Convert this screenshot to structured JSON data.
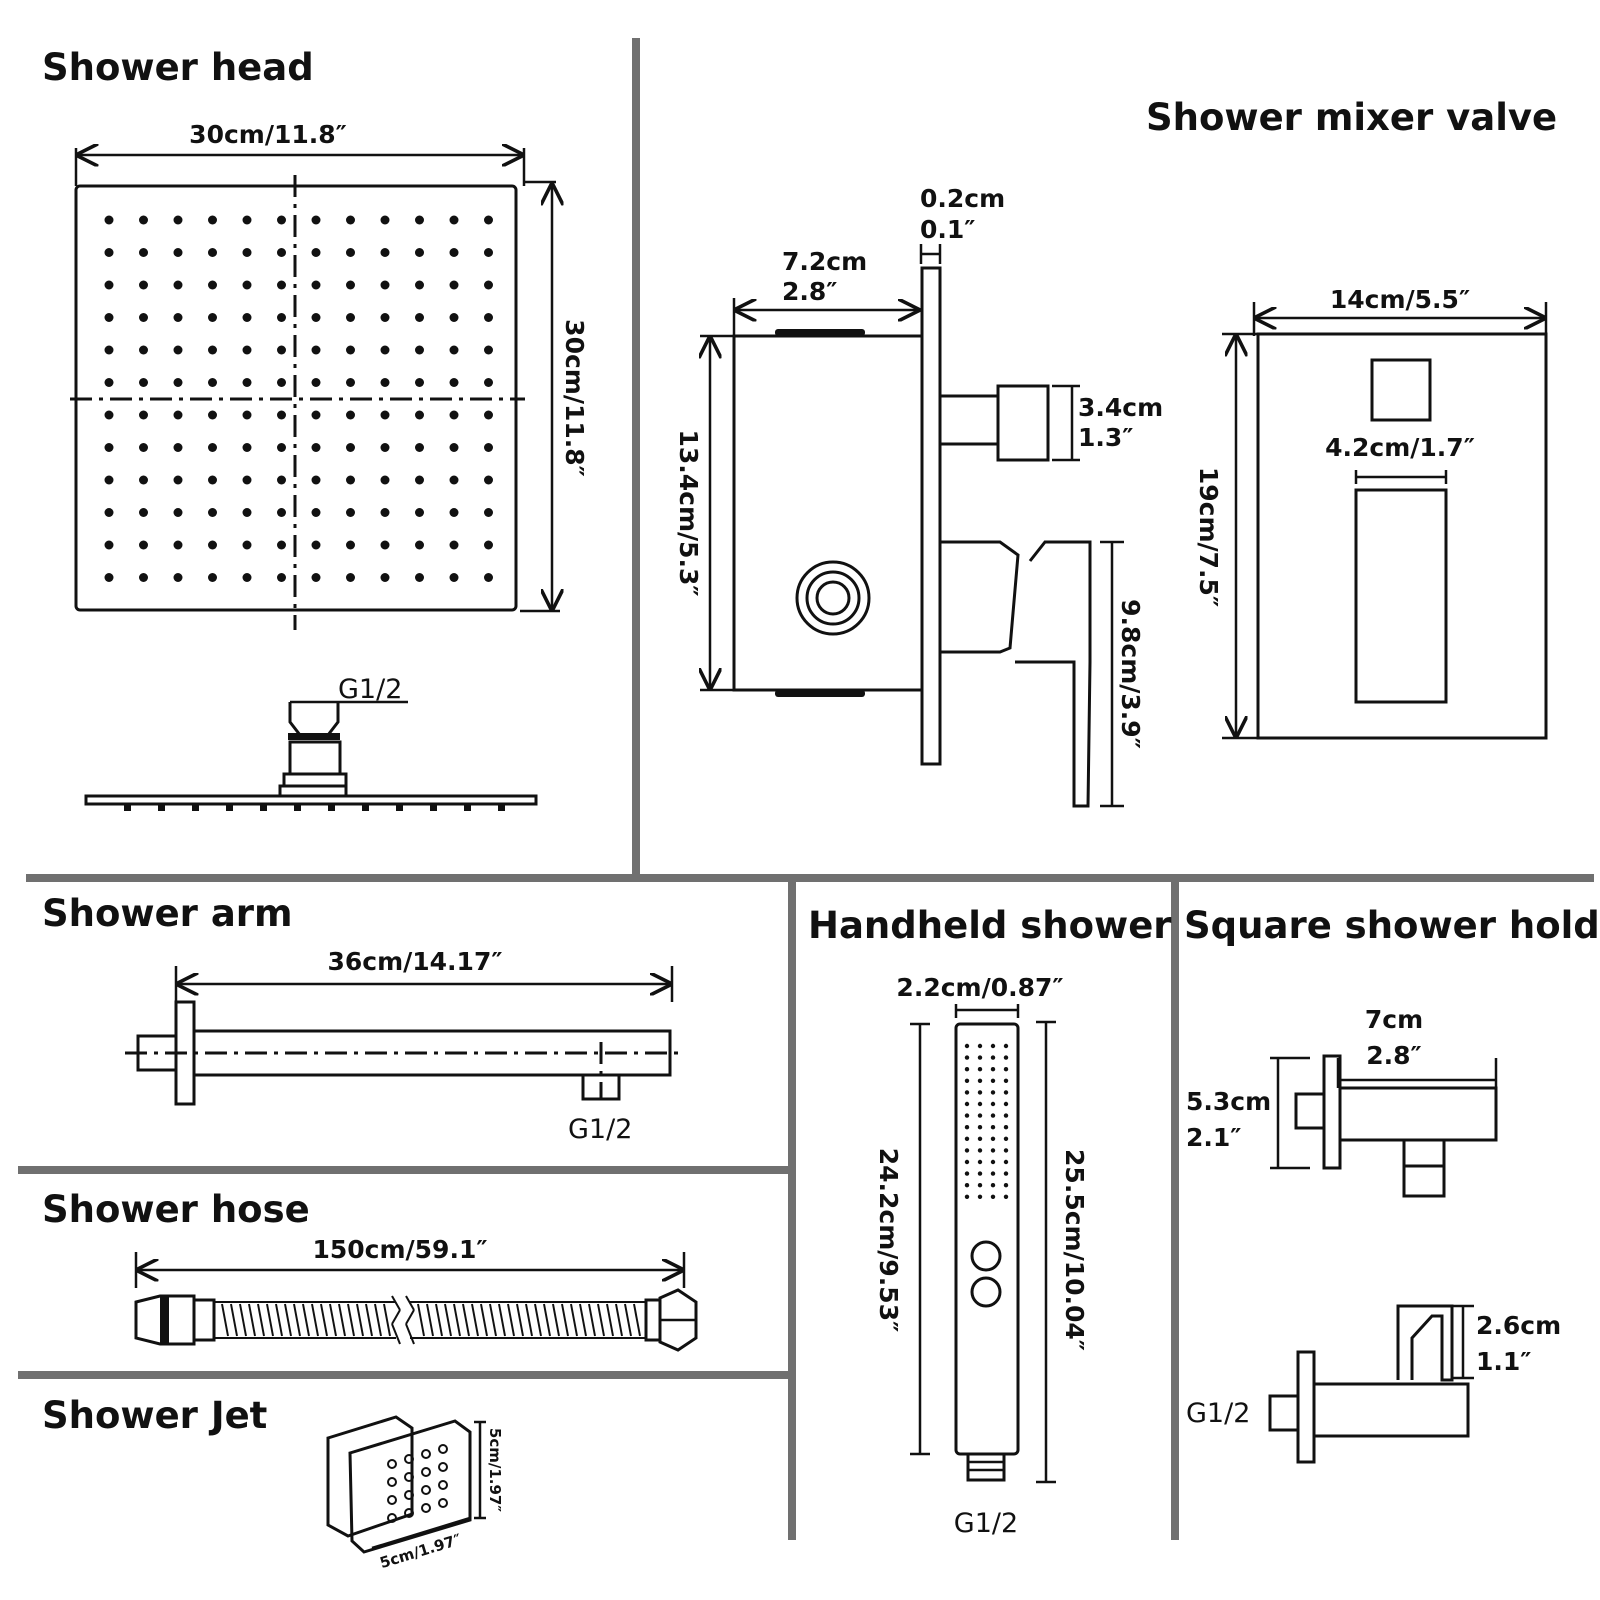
{
  "colors": {
    "line": "#111111",
    "divider": "#707070",
    "background": "#ffffff"
  },
  "sections": {
    "shower_head": {
      "title": "Shower head",
      "width_label": "30cm/11.8″",
      "height_label": "30cm/11.8″",
      "thread_label": "G1/2"
    },
    "mixer_valve": {
      "title": "Shower mixer valve",
      "plate_thickness_cm": "0.2cm",
      "plate_thickness_in": "0.1″",
      "body_depth_cm": "7.2cm",
      "body_depth_in": "2.8″",
      "body_height_label": "13.4cm/5.3″",
      "spout_cm": "3.4cm",
      "spout_in": "1.3″",
      "handle_label": "9.8cm/3.9″",
      "plate_width_label": "14cm/5.5″",
      "plate_height_label": "19cm/7.5″",
      "handle_width_label": "4.2cm/1.7″"
    },
    "shower_arm": {
      "title": "Shower arm",
      "length_label": "36cm/14.17″",
      "thread_label": "G1/2"
    },
    "shower_hose": {
      "title": "Shower hose",
      "length_label": "150cm/59.1″"
    },
    "shower_jet": {
      "title": "Shower Jet",
      "height_label": "5cm/1.97″",
      "width_label": "5cm/1.97″"
    },
    "handheld_shower": {
      "title": "Handheld shower",
      "width_label": "2.2cm/0.87″",
      "inner_length_label": "24.2cm/9.53″",
      "total_length_label": "25.5cm/10.04″",
      "thread_label": "G1/2"
    },
    "square_holder": {
      "title": "Square shower holder",
      "depth_cm": "7cm",
      "depth_in": "2.8″",
      "flange_cm": "5.3cm",
      "flange_in": "2.1″",
      "cradle_cm": "2.6cm",
      "cradle_in": "1.1″",
      "thread_label": "G1/2"
    }
  }
}
